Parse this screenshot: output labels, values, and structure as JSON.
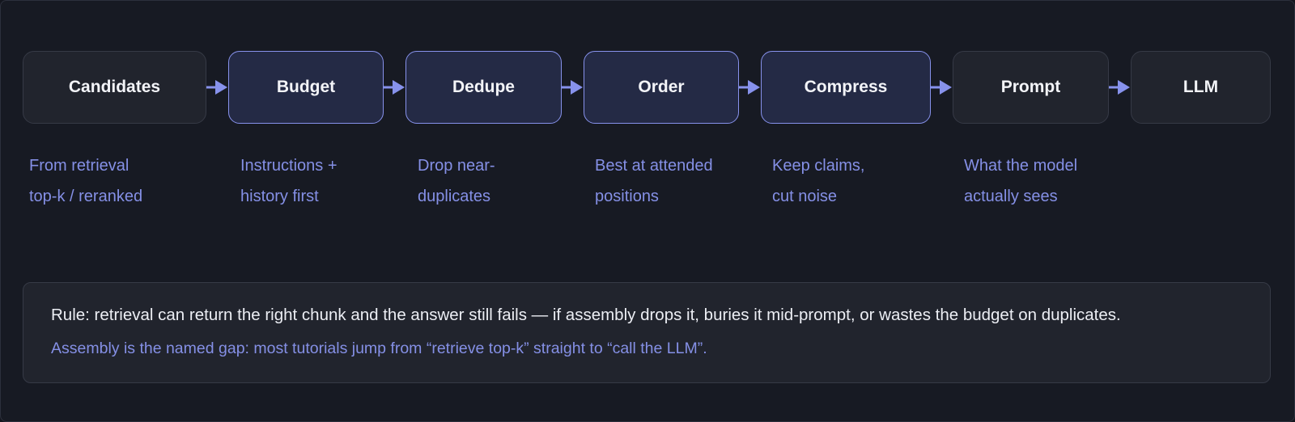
{
  "pipeline": {
    "stages": [
      {
        "label": "Candidates",
        "caption": [
          "From retrieval",
          "top-k / reranked"
        ]
      },
      {
        "label": "Budget",
        "caption": [
          "Instructions +",
          "history first"
        ]
      },
      {
        "label": "Dedupe",
        "caption": [
          "Drop near-",
          "duplicates"
        ]
      },
      {
        "label": "Order",
        "caption": [
          "Best at attended",
          "positions"
        ]
      },
      {
        "label": "Compress",
        "caption": [
          "Keep claims,",
          "cut noise"
        ]
      },
      {
        "label": "Prompt",
        "caption": [
          "What the model",
          "actually sees"
        ]
      },
      {
        "label": "LLM"
      }
    ]
  },
  "rule": {
    "main": "Rule: retrieval can return the right chunk and the answer still fails — if assembly drops it, buries it mid-prompt, or wastes the budget on duplicates.",
    "sub": "Assembly is the named gap: most tutorials jump from “retrieve top-k” straight to “call the LLM”."
  },
  "colors": {
    "background": "#171a23",
    "node_plain": "#21242d",
    "node_active": "#242a45",
    "accent": "#8792ec",
    "caption": "#8590e6"
  }
}
